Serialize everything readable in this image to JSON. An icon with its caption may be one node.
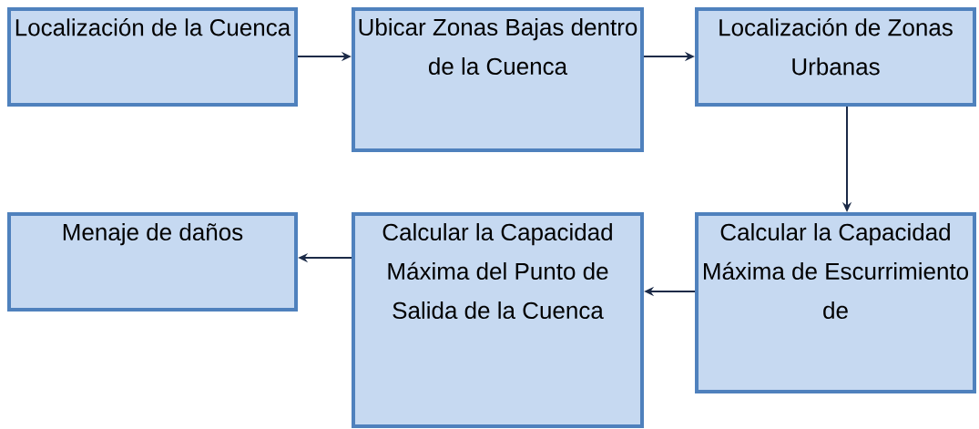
{
  "diagram": {
    "nodes": [
      {
        "text": [
          "Localización de la Cuenca"
        ]
      },
      {
        "text": [
          "Ubicar Zonas Bajas dentro de la Cuenca"
        ]
      },
      {
        "text": [
          "Localización de Zonas Urbanas"
        ]
      },
      {
        "text": [
          "Calcular la Capacidad Máxima de Escurrimiento de"
        ]
      },
      {
        "text": [
          "Calcular la Capacidad Máxima del Punto de Salida de la Cuenca"
        ]
      },
      {
        "text": [
          "Menaje de daños"
        ]
      }
    ],
    "edges": [
      {
        "from": 0,
        "to": 1,
        "arrow": "to"
      },
      {
        "from": 1,
        "to": 2,
        "arrow": "to"
      },
      {
        "from": 2,
        "to": 3,
        "arrow": "to"
      },
      {
        "from": 3,
        "to": 4,
        "arrow": "to"
      },
      {
        "from": 4,
        "to": 5,
        "arrow": "to"
      }
    ]
  }
}
